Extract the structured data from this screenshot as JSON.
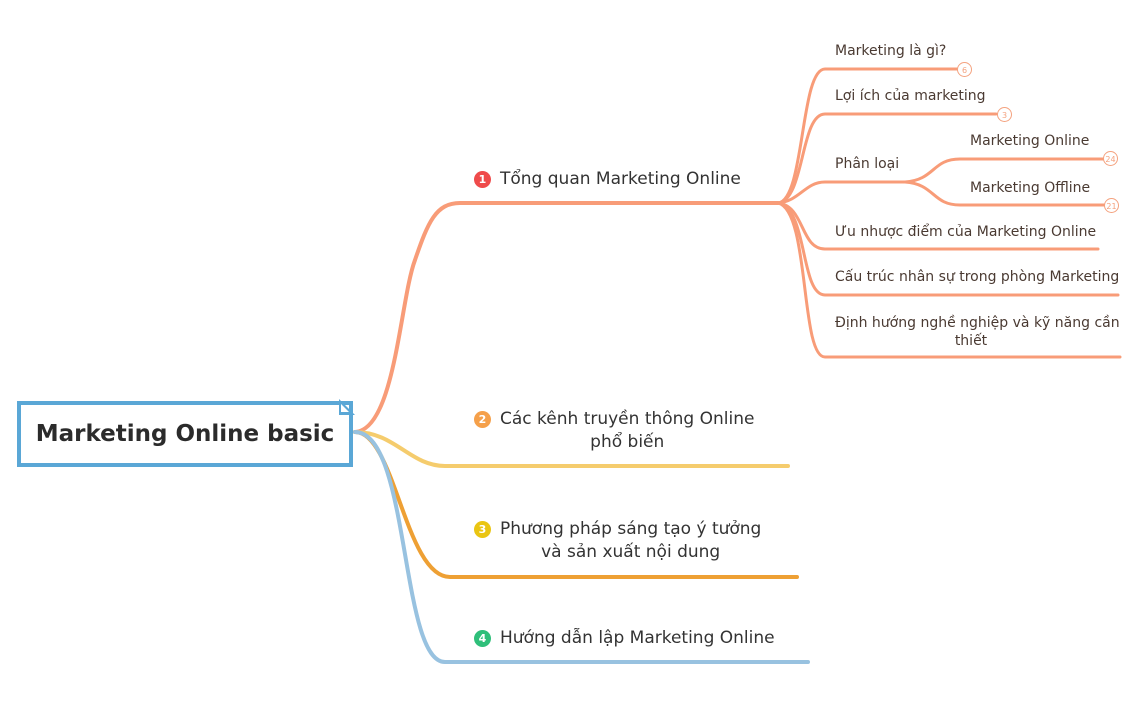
{
  "root": {
    "label": "Marketing Online basic"
  },
  "colors": {
    "branch1": "#f89c78",
    "branch2": "#f5cc6d",
    "branch3": "#eea034",
    "branch4": "#98c2e0",
    "root_border": "#5aa7d6",
    "num1": "#ef4b4b",
    "num2": "#f5a04a",
    "num3": "#eac513",
    "num4": "#2fbf7a"
  },
  "branches": [
    {
      "number": "1",
      "label": "Tổng quan Marketing Online"
    },
    {
      "number": "2",
      "label_line1": "Các kênh truyền thông Online",
      "label_line2": "phổ biến"
    },
    {
      "number": "3",
      "label_line1": "Phương pháp sáng tạo ý tưởng",
      "label_line2": "và sản xuất nội dung"
    },
    {
      "number": "4",
      "label": "Hướng dẫn lập Marketing Online"
    }
  ],
  "subtopics": [
    {
      "label": "Marketing là gì?",
      "badge": "6"
    },
    {
      "label": "Lợi ích của marketing",
      "badge": "3"
    },
    {
      "label": "Phân loại"
    },
    {
      "label": "Ưu nhược điểm của Marketing Online"
    },
    {
      "label": "Cấu trúc nhân sự trong phòng Marketing"
    },
    {
      "label_line1": "Định hướng nghề nghiệp và kỹ năng cần",
      "label_line2": "thiết"
    }
  ],
  "classification": [
    {
      "label": "Marketing Online",
      "badge": "24"
    },
    {
      "label": "Marketing Offline",
      "badge": "21"
    }
  ]
}
